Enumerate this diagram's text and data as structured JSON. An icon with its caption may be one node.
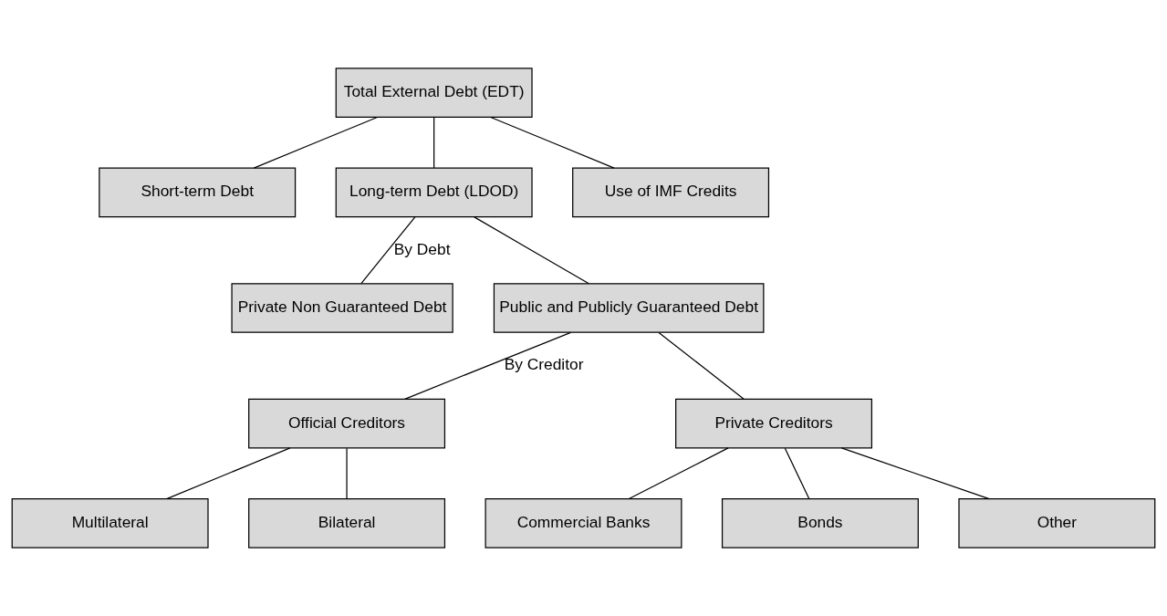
{
  "diagram": {
    "nodes": [
      {
        "text": [
          "Total External Debt (EDT)"
        ]
      },
      {
        "text": [
          "Short-term Debt"
        ]
      },
      {
        "text": [
          "Long-term Debt (LDOD)"
        ]
      },
      {
        "text": [
          "Use of IMF Credits"
        ]
      },
      {
        "text": [
          "Private Non Guaranteed Debt"
        ]
      },
      {
        "text": [
          "Public and Publicly Guaranteed Debt"
        ]
      },
      {
        "text": [
          "Official Creditors"
        ]
      },
      {
        "text": [
          "Private Creditors"
        ]
      },
      {
        "text": [
          "Multilateral"
        ]
      },
      {
        "text": [
          "Bilateral"
        ]
      },
      {
        "text": [
          "Commercial Banks"
        ]
      },
      {
        "text": [
          "Bonds"
        ]
      },
      {
        "text": [
          "Other"
        ]
      }
    ],
    "edges": [
      {
        "from": 0,
        "to": 1,
        "arrow": "none"
      },
      {
        "from": 0,
        "to": 2,
        "arrow": "none"
      },
      {
        "from": 0,
        "to": 3,
        "arrow": "none"
      },
      {
        "from": 2,
        "to": 4,
        "arrow": "none",
        "label": "By Debt"
      },
      {
        "from": 2,
        "to": 5,
        "arrow": "none"
      },
      {
        "from": 5,
        "to": 6,
        "arrow": "none",
        "label": "By Creditor"
      },
      {
        "from": 5,
        "to": 7,
        "arrow": "none"
      },
      {
        "from": 6,
        "to": 8,
        "arrow": "none"
      },
      {
        "from": 6,
        "to": 9,
        "arrow": "none"
      },
      {
        "from": 7,
        "to": 10,
        "arrow": "none"
      },
      {
        "from": 7,
        "to": 11,
        "arrow": "none"
      },
      {
        "from": 7,
        "to": 12,
        "arrow": "none"
      }
    ]
  }
}
